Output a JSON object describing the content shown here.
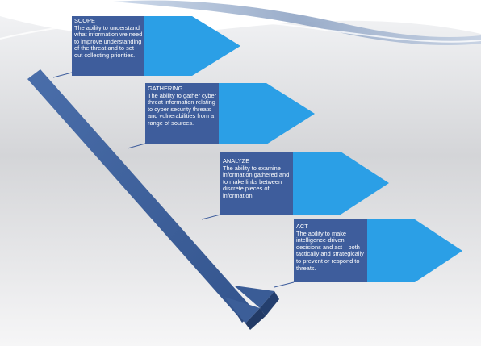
{
  "steps": [
    {
      "title": "SCOPE",
      "description": "The ability to understand what information we need to improve understanding of the threat and to set out collecting priorities."
    },
    {
      "title": "GATHERING",
      "description": "The ability to gather cyber threat information relating to cyber security threats and vulnerabilities from a range of sources."
    },
    {
      "title": "ANALYZE",
      "description": "The ability to examine information gathered and to make links between discrete pieces of information."
    },
    {
      "title": "ACT",
      "description": "The ability to make intelligence-driven decisions and act—both tactically and strategically to prevent or respond to threats."
    }
  ],
  "colors": {
    "box": "#3e5d9c",
    "pointer": "#2b9fe6",
    "arrow": "#3c5e98",
    "arrow_dark": "#243f6e"
  }
}
